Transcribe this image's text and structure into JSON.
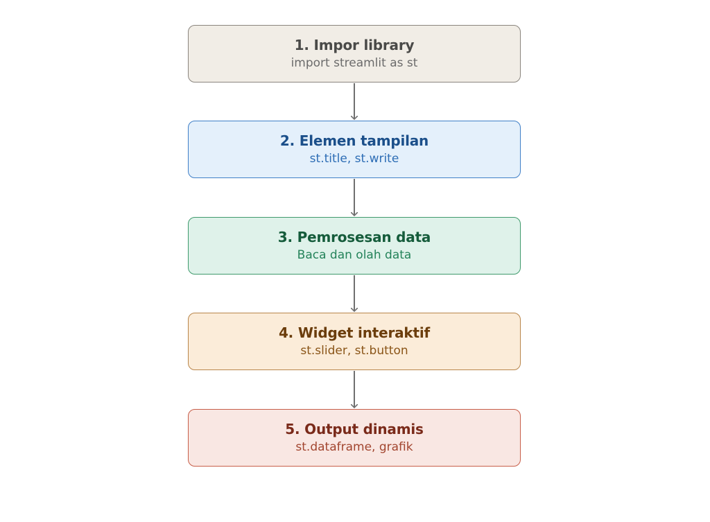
{
  "steps": [
    {
      "title": "1. Impor library",
      "subtitle": "import streamlit as st"
    },
    {
      "title": "2. Elemen tampilan",
      "subtitle": "st.title, st.write"
    },
    {
      "title": "3. Pemrosesan data",
      "subtitle": "Baca dan olah data"
    },
    {
      "title": "4. Widget interaktif",
      "subtitle": "st.slider, st.button"
    },
    {
      "title": "5. Output dinamis",
      "subtitle": "st.dataframe, grafik"
    }
  ],
  "colors": {
    "arrow": "#6f6f6f",
    "step1": "#f1ede6",
    "step2": "#e4f0fb",
    "step3": "#dff2ea",
    "step4": "#fbecd9",
    "step5": "#f9e7e3"
  }
}
